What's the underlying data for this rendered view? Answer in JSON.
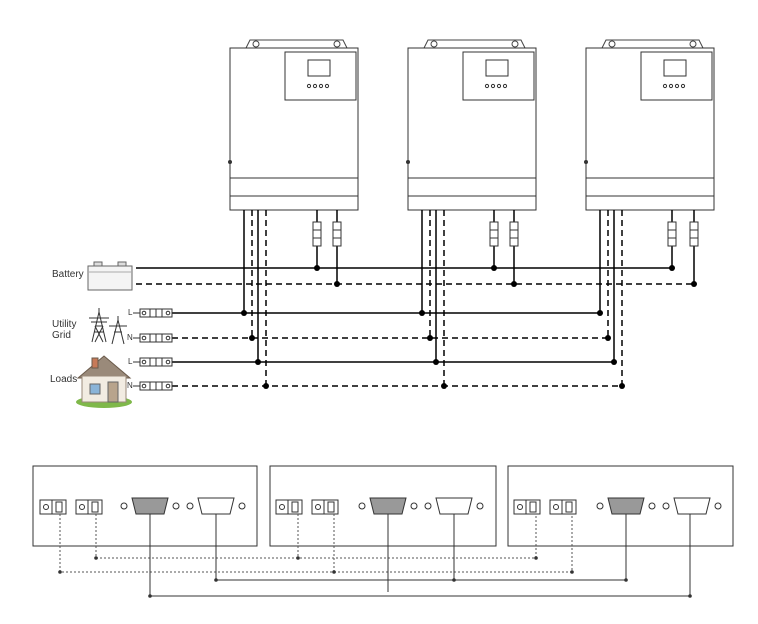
{
  "labels": {
    "battery": "Battery",
    "utility": "Utility",
    "grid": "Grid",
    "loads": "Loads",
    "line_L": "L",
    "line_N": "N"
  },
  "inverter_count": 3,
  "parallel_board_count": 3
}
